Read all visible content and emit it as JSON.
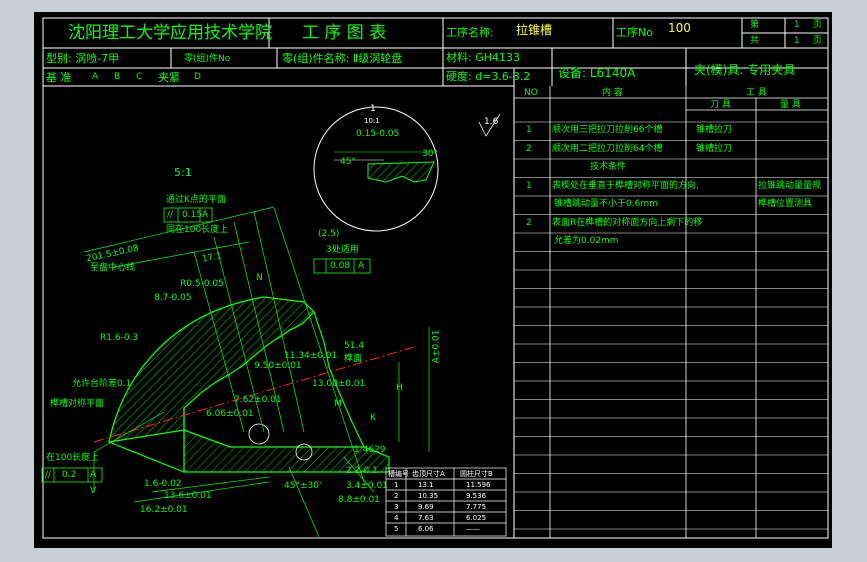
{
  "title_block": {
    "institute": "沈阳理工大学应用技术学院",
    "chart_name": "工 序 图 表",
    "process_name_label": "工序名称:",
    "process_name": "拉锥槽",
    "process_no_label": "工序No",
    "process_no": "100",
    "sheet_label": "第",
    "sheet_no": "1",
    "sheet_unit": "页",
    "total_label": "共",
    "total_no": "1",
    "total_unit": "页",
    "model": "型别: 涡喷-7甲",
    "part_no": "零(组)件No",
    "part_name": "零(组)件名称: Ⅱ级涡轮盘",
    "material": "材料: GH4133",
    "hardness": "硬度: d=3.6-3.2",
    "datum": "基 准",
    "datum_refs": [
      "A",
      "B",
      "C"
    ],
    "clamp": "夹紧",
    "clamp_ref": "D",
    "equipment": "设备: L6140A",
    "fixture": "夹(模)具: 专用夹具"
  },
  "ops_table": {
    "col_no": "NO",
    "col_content": "内 容",
    "col_tools": "工 具",
    "col_cutter": "刀 具",
    "col_gauge": "量 具",
    "rows": [
      {
        "no": "1",
        "content": "顺次用三把拉刀拉削66个槽",
        "cutter": "锥槽拉刀",
        "gauge": ""
      },
      {
        "no": "2",
        "content": "顺次用二把拉刀拉削64个槽",
        "cutter": "锥槽拉刀",
        "gauge": ""
      },
      {
        "no": "",
        "content": "技术条件",
        "cutter": "",
        "gauge": ""
      },
      {
        "no": "1",
        "content": "表楔处在垂直于榫槽对称平面的方向,",
        "cutter": "",
        "gauge": "拉锥跳动量量规"
      },
      {
        "no": "",
        "content": "锥槽跳动量不小于0.6mm",
        "cutter": "",
        "gauge": "榫槽位置测具"
      },
      {
        "no": "2",
        "content": "表面R在榫槽的对称面方向上剩下的移",
        "cutter": "",
        "gauge": ""
      },
      {
        "no": "",
        "content": "允差为0.02mm",
        "cutter": "",
        "gauge": ""
      }
    ]
  },
  "drawing": {
    "scale": "5:1",
    "roughness": "1.6",
    "annot_parallel_ref": "通过K点的平面",
    "tol_parallel": "0.15",
    "tol_parallel_datum": "A",
    "annot_length": "同在100长度上",
    "dim_radius_main": "201.5±0.08",
    "annot_center": "至盘中心线",
    "dim_17": "17.1",
    "dim_25": "(2.5)",
    "annot_all": "3处适用",
    "tol_pos": "0.08",
    "tol_pos_datum": "A",
    "dim_r0_5": "R0.5-0.05",
    "dim_r1": "R1.6-0.3",
    "dim_8_7": "8.7-0.05",
    "dim_11_34": "11.34±0.01",
    "dim_9_5": "9.50±0.01",
    "dim_7_62": "7.62±0.01",
    "dim_6_06": "6.06±0.01",
    "dim_13": "13.00±0.01",
    "dim_51_4": "51.4",
    "annot_flank": "榫面",
    "dim_a": "A±0.01",
    "dim_h": "H",
    "annot_tol": "允许台阶差0.1",
    "annot_sym": "榫槽对称平面",
    "annot_len100": "在100长度上",
    "tol_sym": "0.2",
    "tol_sym_datum": "A",
    "dim_1_6": "1.6-0.02",
    "dim_13_6": "13.6±0.01",
    "dim_16_2": "16.2±0.01",
    "dim_45": "45°±30'",
    "dim_3_4": "3.4±0.01",
    "dim_8_8": "8.8±0.01",
    "dim_2_2": "2.2-0.1",
    "dim_1_4629": "1.4629",
    "detail_label": "1",
    "detail_ratio": "10:1",
    "detail_dim": "0.15-0.05",
    "detail_angle1": "45°",
    "detail_angle2": "30°",
    "label_v": "V",
    "label_k": "K",
    "label_n": "N",
    "label_m": "M"
  },
  "small_table": {
    "headers": [
      "槽编号",
      "齿顶尺寸A",
      "圆柱尺寸B"
    ],
    "rows": [
      [
        "1",
        "13.1",
        "11.596"
      ],
      [
        "2",
        "10.35",
        "9.536"
      ],
      [
        "3",
        "9.69",
        "7.775"
      ],
      [
        "4",
        "7.63",
        "6.025"
      ],
      [
        "5",
        "6.06",
        "——"
      ]
    ]
  },
  "colors": {
    "line": "#00ff00",
    "white": "#ffffff",
    "red": "#ff2222",
    "yellow": "#ffff33",
    "bg": "#000000",
    "outer": "#c9cfd8"
  }
}
